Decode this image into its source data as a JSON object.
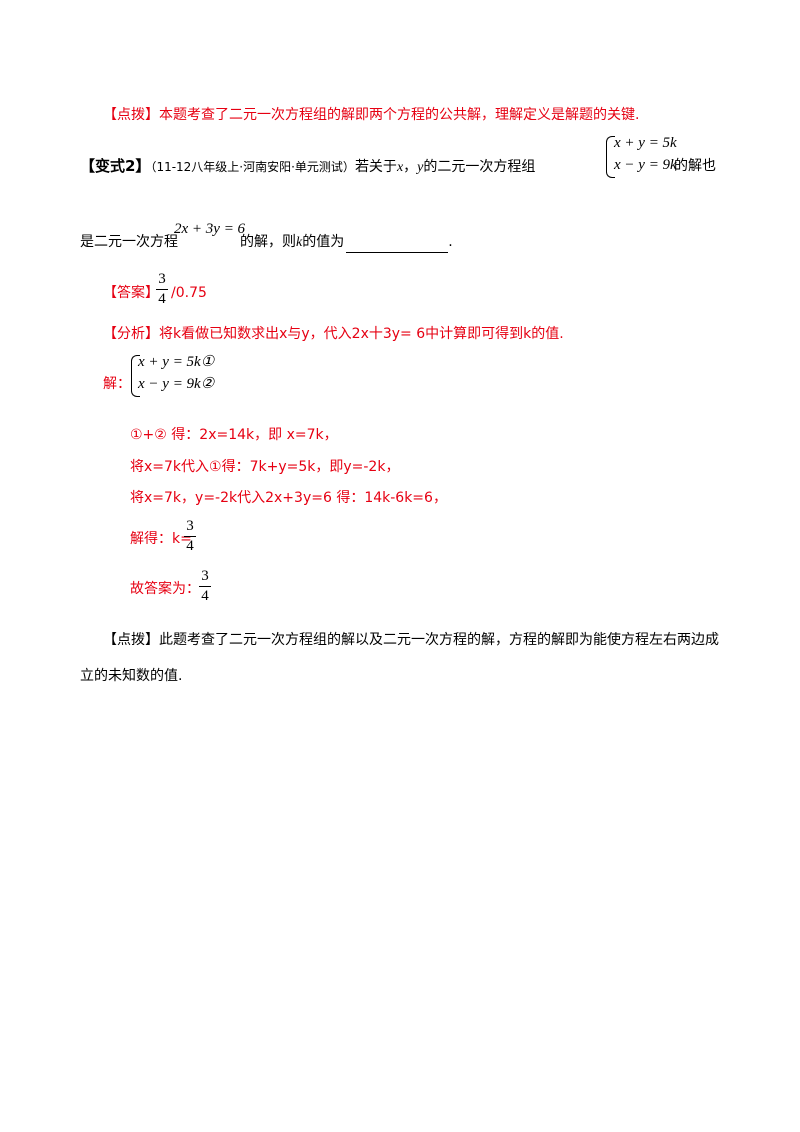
{
  "tip1": {
    "tag": "【点拨】",
    "text": "本题考查了二元一次方程组的解即两个方程的公共解，理解定义是解题的关键."
  },
  "variant": {
    "tag": "【变式2】",
    "source": "（11-12八年级上·河南安阳·单元测试）",
    "pre": "若关于",
    "x": "x",
    "comma": "，",
    "y": "y",
    "mid": "的二元一次方程组",
    "eq1": "x + y = 5k",
    "eq2": "x − y = 9k",
    "post": "的解也",
    "line2_pre": "是二元一次方程",
    "eq3": "2x + 3y = 6",
    "line2_mid": "的解，则",
    "k": "k",
    "line2_post": "的值为",
    "end": "."
  },
  "answer": {
    "tag": "【答案】",
    "num": "3",
    "den": "4",
    "alt": "/0.75"
  },
  "analysis": {
    "tag": "【分析】",
    "text": "将k看做已知数求出x与y，代入2x十3y= 6中计算即可得到k的值.",
    "solve_label": "解：",
    "sys1": "x + y = 5k①",
    "sys2": "x − y = 9k②",
    "step1": "①+② 得：2x=14k，即 x=7k，",
    "step2": "将x=7k代入①得：7k+y=5k，即y=-2k，",
    "step3": "将x=7k，y=-2k代入2x+3y=6 得：14k-6k=6，",
    "step4_label": "解得：k=",
    "step4_num": "3",
    "step4_den": "4",
    "step5_label": "故答案为：",
    "step5_num": "3",
    "step5_den": "4"
  },
  "tip2": {
    "tag": "【点拨】",
    "line1": "此题考查了二元一次方程组的解以及二元一次方程的解，方程的解即为能使方程左右两边成",
    "line2": "立的未知数的值."
  },
  "colors": {
    "accent": "#e60012",
    "text": "#000000"
  }
}
